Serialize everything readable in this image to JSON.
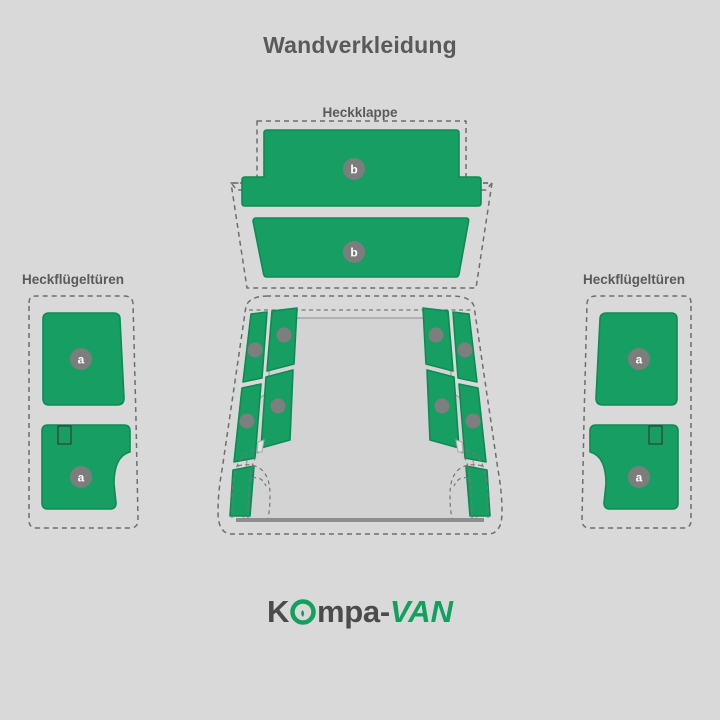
{
  "page": {
    "title": "Wandverkleidung",
    "background_color": "#d9d9d9",
    "title_color": "#5a5a5a"
  },
  "labels": {
    "heckklappe": "Heckklappe",
    "left_doors": "Heckflügeltüren",
    "right_doors": "Heckflügeltüren"
  },
  "logo": {
    "part1": "K",
    "icon": "leaf-circle-icon",
    "part2": "mpa-",
    "part3": "VAN",
    "color_dark": "#4b4b4b",
    "color_green": "#12a05f"
  },
  "colors": {
    "panel_green": "#179e63",
    "panel_green_dark": "#138a55",
    "badge_gray": "#7d7d7d",
    "marker_gray": "#7e7e7e",
    "outline_dash": "#6e6e6e",
    "body_fill": "#d3d3d3",
    "body_stroke": "#8f8f8f"
  },
  "panels": {
    "heckklappe": [
      {
        "id": "heckklappe-upper",
        "badge": "b"
      },
      {
        "id": "heckklappe-lower",
        "badge": "b"
      }
    ],
    "left_doors": [
      {
        "id": "left-door-upper",
        "badge": "a"
      },
      {
        "id": "left-door-lower",
        "badge": "a"
      }
    ],
    "right_doors": [
      {
        "id": "right-door-upper",
        "badge": "a"
      },
      {
        "id": "right-door-lower",
        "badge": "a"
      }
    ],
    "side_walls": [
      {
        "id": "left-wall-front-upper",
        "markers": 1
      },
      {
        "id": "left-wall-rear-upper",
        "markers": 1
      },
      {
        "id": "left-wall-front-lower",
        "markers": 1
      },
      {
        "id": "left-wall-rear-lower",
        "markers": 1
      },
      {
        "id": "right-wall-front-upper",
        "markers": 1
      },
      {
        "id": "right-wall-rear-upper",
        "markers": 1
      },
      {
        "id": "right-wall-front-lower",
        "markers": 1
      },
      {
        "id": "right-wall-rear-lower",
        "markers": 1
      }
    ]
  }
}
